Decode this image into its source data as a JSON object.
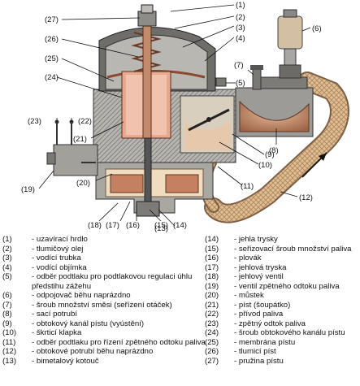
{
  "callouts": [
    "(1)",
    "(2)",
    "(3)",
    "(4)",
    "(5)",
    "(6)",
    "(7)",
    "(8)",
    "(9)",
    "(10)",
    "(11)",
    "(12)",
    "(13)",
    "(14)",
    "(15)",
    "(16)",
    "(17)",
    "(18)",
    "(19)",
    "(20)",
    "(21)",
    "(22)",
    "(23)",
    "(24)",
    "(25)",
    "(26)",
    "(27)"
  ],
  "legend_left": [
    {
      "num": "(1)",
      "text": "- uzavírací hrdlo"
    },
    {
      "num": "(2)",
      "text": "- tlumičový olej"
    },
    {
      "num": "(3)",
      "text": "- vodící trubka"
    },
    {
      "num": "(4)",
      "text": "- vodící objímka"
    },
    {
      "num": "(5)",
      "text": "- odběr podtlaku pro podtlakovou regulaci úhlu předstihu zážehu"
    },
    {
      "num": "(6)",
      "text": "- odpojovač běhu naprázdno"
    },
    {
      "num": "(7)",
      "text": "- šroub množství směsi (seřízení otáček)"
    },
    {
      "num": "(8)",
      "text": "- sací potrubí"
    },
    {
      "num": "(9)",
      "text": "- obtokový kanál pístu (vyústění)"
    },
    {
      "num": "(10)",
      "text": "- škrticí klapka"
    },
    {
      "num": "(11)",
      "text": "- odběr podtlaku pro řízení zpětného odtoku paliva"
    },
    {
      "num": "(12)",
      "text": "- obtokové potrubí běhu naprázdno"
    },
    {
      "num": "(13)",
      "text": "- bimetalový kotouč"
    }
  ],
  "legend_right": [
    {
      "num": "(14)",
      "text": "- jehla trysky"
    },
    {
      "num": "(15)",
      "text": "- seřizovací šroub množství paliva"
    },
    {
      "num": "(16)",
      "text": "- plovák"
    },
    {
      "num": "(17)",
      "text": "- jehlová tryska"
    },
    {
      "num": "(18)",
      "text": "- jehlový ventil"
    },
    {
      "num": "(19)",
      "text": "- ventil zpětného odtoku paliva"
    },
    {
      "num": "(20)",
      "text": "- můstek"
    },
    {
      "num": "(21)",
      "text": "- píst (šoupátko)"
    },
    {
      "num": "(22)",
      "text": "- přívod paliva"
    },
    {
      "num": "(23)",
      "text": "- zpětný odtok paliva"
    },
    {
      "num": "(24)",
      "text": "- šroub obtokového kanálu pístu"
    },
    {
      "num": "(25)",
      "text": "- membrána pístu"
    },
    {
      "num": "(26)",
      "text": "- tlumicí píst"
    },
    {
      "num": "(27)",
      "text": "- pružina pístu"
    }
  ],
  "colors": {
    "metal_dark": "#3a3a3a",
    "metal_mid": "#8a8a88",
    "metal_light": "#c9c7c2",
    "copper": "#b07a58",
    "salmon": "#e4a58a",
    "cream": "#f3e4c8",
    "hose": "#d9b489"
  }
}
